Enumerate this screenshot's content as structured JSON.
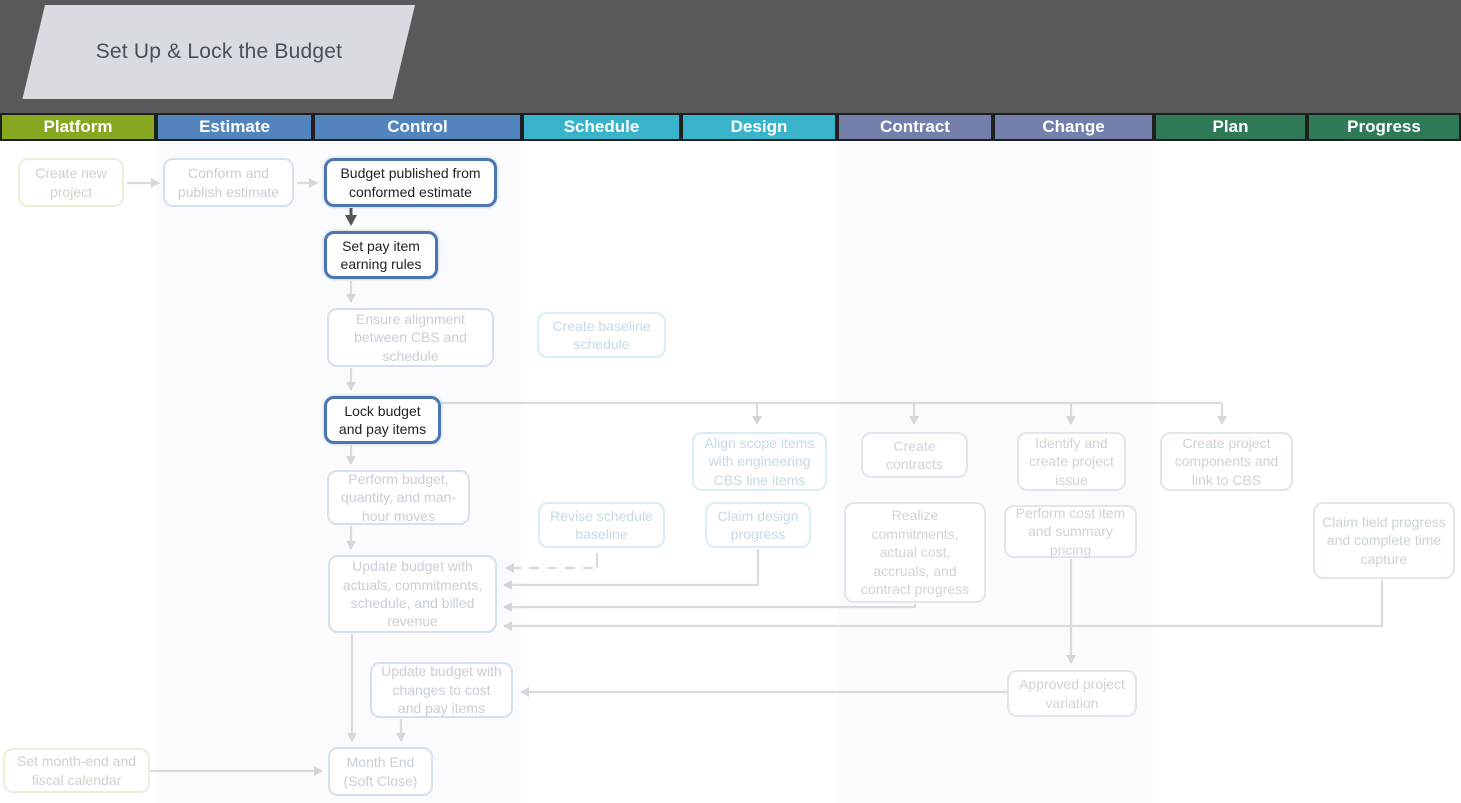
{
  "title": {
    "text": "Set Up & Lock the Budget"
  },
  "lanes": [
    {
      "label": "Platform",
      "color": "#86a71f"
    },
    {
      "label": "Estimate",
      "color": "#5284bd"
    },
    {
      "label": "Control",
      "color": "#5284bd"
    },
    {
      "label": "Schedule",
      "color": "#39b3c9"
    },
    {
      "label": "Design",
      "color": "#39b3c9"
    },
    {
      "label": "Contract",
      "color": "#747fab"
    },
    {
      "label": "Change",
      "color": "#747fab"
    },
    {
      "label": "Plan",
      "color": "#2e7957"
    },
    {
      "label": "Progress",
      "color": "#2e7957"
    }
  ],
  "flow": {
    "boxes": [
      {
        "id": "create-new-project",
        "label": "Create new project",
        "state": "dimmed",
        "tint": "lime"
      },
      {
        "id": "conform-publish-estimate",
        "label": "Conform and publish estimate",
        "state": "dimmed",
        "tint": "blue"
      },
      {
        "id": "budget-published",
        "label": "Budget published from conformed estimate",
        "state": "active",
        "tint": "blue"
      },
      {
        "id": "set-pay-item",
        "label": "Set pay item earning rules",
        "state": "active",
        "tint": "blue"
      },
      {
        "id": "ensure-alignment",
        "label": "Ensure alignment between CBS and schedule",
        "state": "dimmed",
        "tint": "blue"
      },
      {
        "id": "create-baseline-schedule",
        "label": "Create baseline schedule",
        "state": "dimmed",
        "tint": "cyan"
      },
      {
        "id": "lock-budget",
        "label": "Lock budget and pay items",
        "state": "active",
        "tint": "blue"
      },
      {
        "id": "align-scope",
        "label": "Align scope items with engineering CBS line items",
        "state": "dimmed",
        "tint": "cyan"
      },
      {
        "id": "create-contracts",
        "label": "Create contracts",
        "state": "dimmed",
        "tint": "slate"
      },
      {
        "id": "identify-create-issue",
        "label": "Identify and create project issue",
        "state": "dimmed",
        "tint": "slate"
      },
      {
        "id": "create-components",
        "label": "Create project components and link to CBS",
        "state": "dimmed",
        "tint": "green"
      },
      {
        "id": "perform-budget-moves",
        "label": "Perform budget, quantity, and man-hour moves",
        "state": "dimmed",
        "tint": "blue"
      },
      {
        "id": "revise-schedule-baseline",
        "label": "Revise schedule baseline",
        "state": "dimmed",
        "tint": "cyan"
      },
      {
        "id": "claim-design-progress",
        "label": "Claim design progress",
        "state": "dimmed",
        "tint": "cyan"
      },
      {
        "id": "realize-commitments",
        "label": "Realize commitments, actual cost, accruals, and contract progress",
        "state": "dimmed",
        "tint": "slate"
      },
      {
        "id": "perform-cost-item",
        "label": "Perform cost item and summary pricing",
        "state": "dimmed",
        "tint": "slate"
      },
      {
        "id": "claim-field-progress",
        "label": "Claim field progress and complete time capture",
        "state": "dimmed",
        "tint": "green"
      },
      {
        "id": "update-budget-actuals",
        "label": "Update budget with actuals, commitments, schedule, and billed revenue",
        "state": "dimmed",
        "tint": "blue"
      },
      {
        "id": "update-budget-changes",
        "label": "Update budget with changes to cost and pay items",
        "state": "dimmed",
        "tint": "blue"
      },
      {
        "id": "approved-variation",
        "label": "Approved project variation",
        "state": "dimmed",
        "tint": "slate"
      },
      {
        "id": "set-month-end",
        "label": "Set month-end and fiscal calendar",
        "state": "dimmed",
        "tint": "lime"
      },
      {
        "id": "month-end",
        "label": "Month End (Soft Close)",
        "state": "dimmed",
        "tint": "blue"
      }
    ],
    "edges": [
      {
        "from": "create-new-project",
        "to": "conform-publish-estimate",
        "style": "dimmed"
      },
      {
        "from": "conform-publish-estimate",
        "to": "budget-published",
        "style": "dimmed"
      },
      {
        "from": "budget-published",
        "to": "set-pay-item",
        "style": "active"
      },
      {
        "from": "set-pay-item",
        "to": "ensure-alignment",
        "style": "dimmed"
      },
      {
        "from": "create-baseline-schedule",
        "to": "ensure-alignment",
        "style": "dashed"
      },
      {
        "from": "ensure-alignment",
        "to": "lock-budget",
        "style": "dimmed"
      },
      {
        "from": "lock-budget",
        "to": "perform-budget-moves",
        "style": "dimmed"
      },
      {
        "from": "lock-budget",
        "to": "align-scope",
        "style": "dimmed"
      },
      {
        "from": "lock-budget",
        "to": "create-contracts",
        "style": "dimmed"
      },
      {
        "from": "lock-budget",
        "to": "identify-create-issue",
        "style": "dimmed"
      },
      {
        "from": "lock-budget",
        "to": "create-components",
        "style": "dimmed"
      },
      {
        "from": "perform-budget-moves",
        "to": "update-budget-actuals",
        "style": "dimmed"
      },
      {
        "from": "revise-schedule-baseline",
        "to": "update-budget-actuals",
        "style": "dashed"
      },
      {
        "from": "claim-design-progress",
        "to": "update-budget-actuals",
        "style": "dimmed"
      },
      {
        "from": "realize-commitments",
        "to": "update-budget-actuals",
        "style": "dimmed"
      },
      {
        "from": "claim-field-progress",
        "to": "update-budget-actuals",
        "style": "dimmed"
      },
      {
        "from": "perform-cost-item",
        "to": "approved-variation",
        "style": "dimmed"
      },
      {
        "from": "approved-variation",
        "to": "update-budget-changes",
        "style": "dimmed"
      },
      {
        "from": "update-budget-actuals",
        "to": "month-end",
        "style": "dimmed"
      },
      {
        "from": "update-budget-changes",
        "to": "month-end",
        "style": "dimmed"
      },
      {
        "from": "set-month-end",
        "to": "month-end",
        "style": "dimmed"
      }
    ]
  },
  "colors": {
    "header_bar": "#58595b",
    "banner_fill": "#d8dbdf",
    "banner_text": "#45505b",
    "lane_border": "#1f1f1f",
    "highlight_border": "#4a77b4",
    "highlight_text": "#1d2227",
    "faded_line": "#d9dbde",
    "dark_line": "#53575c",
    "faded_blue_border": "#d3e0f1",
    "faded_blue_text": "#c7ced6",
    "faded_cyan_border": "#d8eef6",
    "faded_cyan_text": "#c6d9e3",
    "faded_slate_border": "#e3e5ee",
    "faded_slate_text": "#ced2d9",
    "faded_green_border": "#dfe9e3",
    "faded_green_text": "#cbd4ce",
    "faded_lime_border": "#eaefd7",
    "faded_lime_text": "#cdd2c8"
  }
}
